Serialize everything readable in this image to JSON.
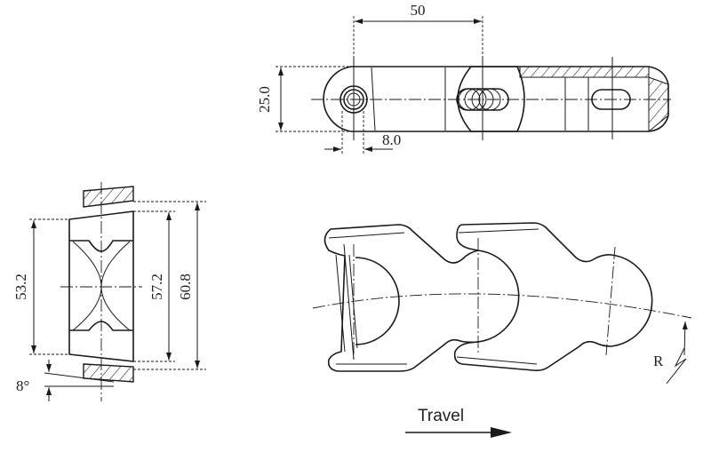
{
  "top_view": {
    "dim_pitch": "50",
    "dim_height": "25.0",
    "dim_hole": "8.0"
  },
  "side_view": {
    "dim_inner": "53.2",
    "dim_middle": "57.2",
    "dim_outer": "60.8",
    "angle": "8°"
  },
  "plan_view": {
    "radius_label": "R",
    "travel_label": "Travel"
  }
}
